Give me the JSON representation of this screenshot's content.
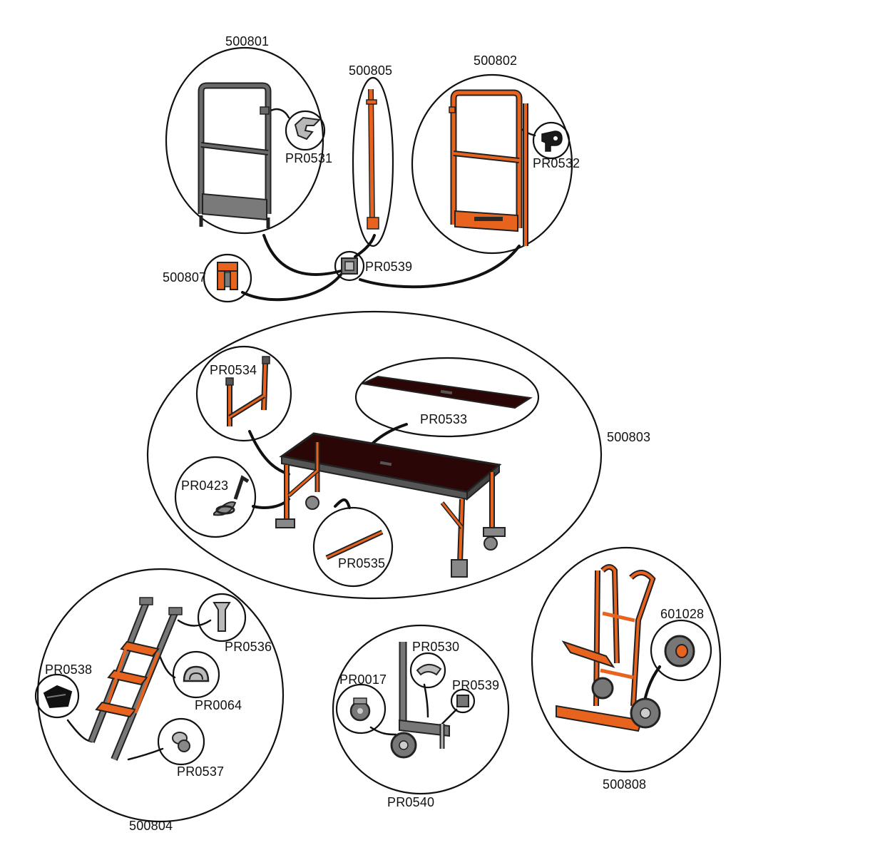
{
  "labels": {
    "p500801": "500801",
    "p500805": "500805",
    "p500802": "500802",
    "pr0531": "PR0531",
    "pr0532": "PR0532",
    "pr0539_top": "PR0539",
    "p500807": "500807",
    "pr0534": "PR0534",
    "pr0533": "PR0533",
    "p500803": "500803",
    "pr0423": "PR0423",
    "pr0535": "PR0535",
    "pr0536": "PR0536",
    "pr0538": "PR0538",
    "pr0064": "PR0064",
    "pr0537": "PR0537",
    "p500804": "500804",
    "pr0530": "PR0530",
    "pr0017": "PR0017",
    "pr0539_bottom": "PR0539",
    "pr0540": "PR0540",
    "p601028": "601028",
    "p500808": "500808"
  },
  "colors": {
    "orange": "#e8641e",
    "dark_gray": "#555555",
    "light_gray": "#bdbdbd",
    "deck": "#2a0606",
    "outline": "#111111"
  }
}
